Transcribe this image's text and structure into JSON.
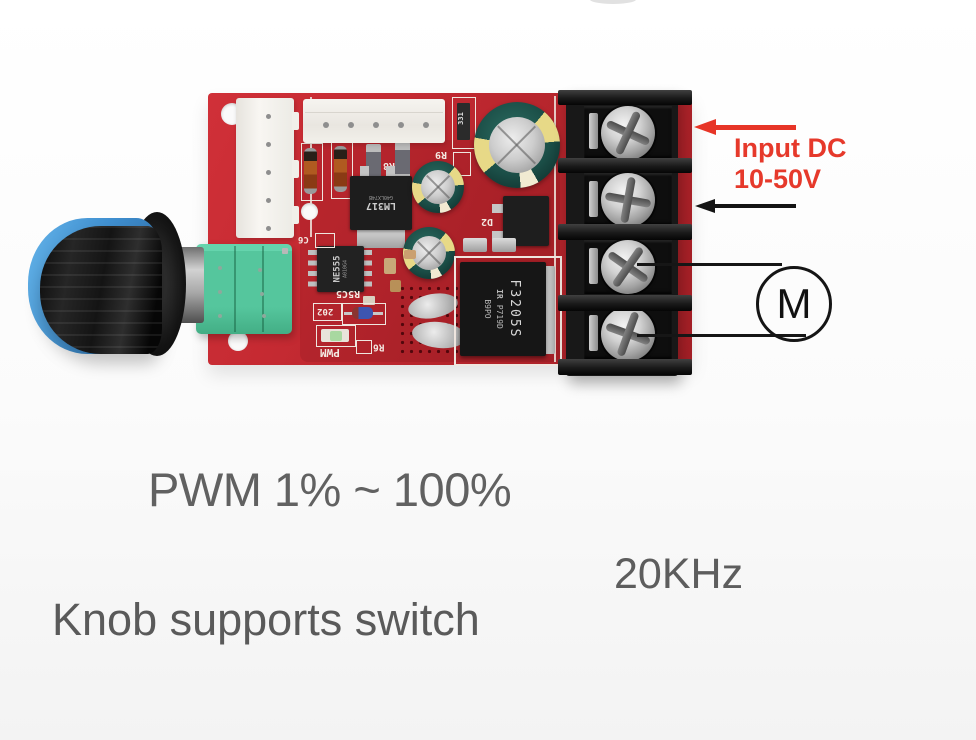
{
  "captions": {
    "pwm_range": "PWM 1% ~ 100%",
    "frequency": "20KHz",
    "knob_note": "Knob supports switch"
  },
  "annotations": {
    "input_dc_line1": "Input DC",
    "input_dc_line2": "10-50V",
    "motor_symbol": "M"
  },
  "board": {
    "chips": {
      "regulator": "LM317",
      "regulator_code": "G40LX74B",
      "timer": "NE555",
      "timer_code": "A010G4",
      "mosfet": "F3205S",
      "mosfet_brand": "IR",
      "mosfet_code": "P719D",
      "mosfet_code2": "B9PO",
      "resistor_331": "331"
    },
    "silkscreen": {
      "r8": "R8",
      "r9": "R9",
      "c6": "C6",
      "r5c5": "R5C5",
      "z02": "202",
      "r6": "R6",
      "pwm": "PWM",
      "d2": "D2"
    },
    "colors": {
      "pcb_red": "#bf242b",
      "pot_green": "#52c29a",
      "knob_blue": "#4a9ade",
      "annotation_red": "#e73527",
      "caption_gray": "#5f5f5f"
    }
  }
}
